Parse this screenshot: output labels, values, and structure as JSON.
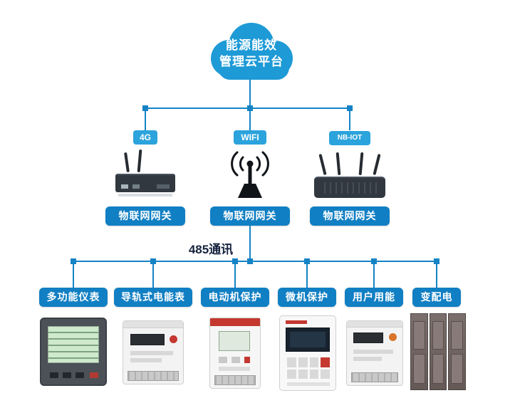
{
  "colors": {
    "line": "#1583c5",
    "badge": "#2ba3dc",
    "plate": "#117fc3",
    "cloud": "#1e9ad6",
    "bus-text": "#15233f"
  },
  "cloud": {
    "line1": "能源能效",
    "line2": "管理云平台"
  },
  "connectivity": [
    {
      "badge": "4G",
      "gateway_label": "物联网网关",
      "icon": "router-4g-icon"
    },
    {
      "badge": "WIFI",
      "gateway_label": "物联网网关",
      "icon": "wifi-antenna-icon"
    },
    {
      "badge": "NB-IOT",
      "gateway_label": "物联网网关",
      "icon": "router-nbiot-icon"
    }
  ],
  "bus": {
    "label": "485通讯"
  },
  "devices": [
    {
      "label": "多功能仪表",
      "icon": "multifunction-meter-image"
    },
    {
      "label": "导轨式电能表",
      "icon": "din-rail-meter-image"
    },
    {
      "label": "电动机保护",
      "icon": "motor-protection-image"
    },
    {
      "label": "微机保护",
      "icon": "microcomputer-protection-image"
    },
    {
      "label": "用户用能",
      "icon": "user-energy-meter-image"
    },
    {
      "label": "变配电",
      "icon": "power-distribution-cabinet-image"
    }
  ]
}
